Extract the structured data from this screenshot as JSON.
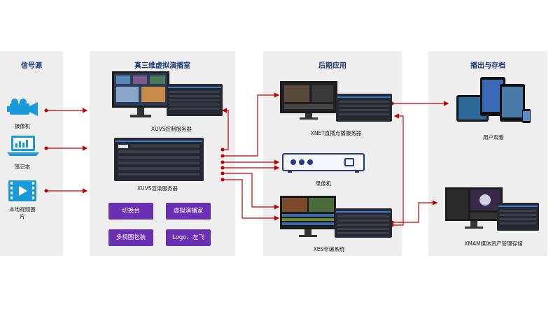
{
  "columns": {
    "source": "信号源",
    "studio": "真三维虚拟演播室",
    "post": "后期应用",
    "output": "播出与存档"
  },
  "sources": {
    "camera": "摄像机",
    "laptop": "笔记本",
    "local": "本地视频图片"
  },
  "studio": {
    "control_server": "XUVS控制服务器",
    "render_server": "XUVS渲染服务器",
    "features": [
      "切换台",
      "虚拟演播室",
      "多视图包装",
      "Logo、左飞"
    ]
  },
  "post": {
    "xnet": "XNET直播点播服务器",
    "recorder": "录像机",
    "xes": "XES非编系统"
  },
  "output": {
    "user": "用户观看",
    "xmam": "XMAM媒体资产管理存储"
  },
  "colors": {
    "arrow": "#c00000",
    "panel": "#efefef",
    "title": "#1f3b7a",
    "feature": "#6b2fb3",
    "icon_blue": "#1a9ad8"
  }
}
